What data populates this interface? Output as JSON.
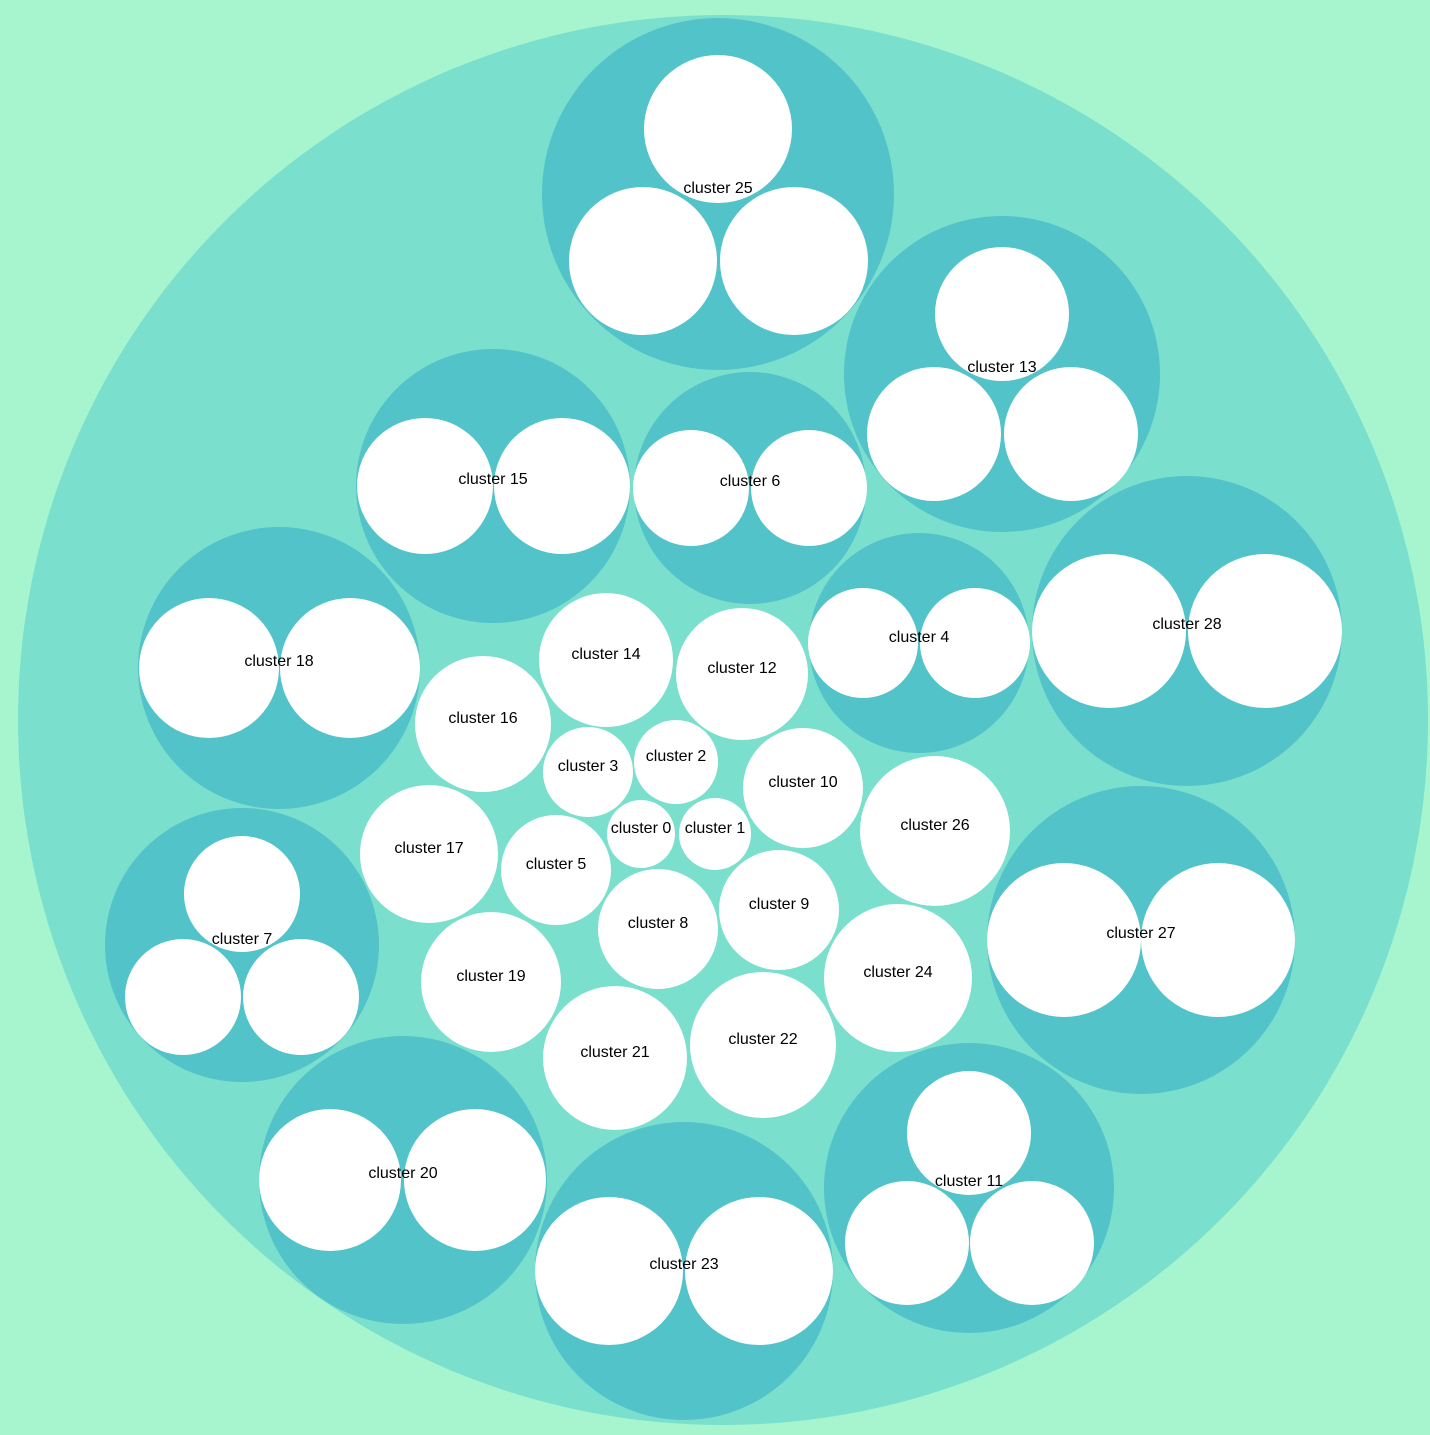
{
  "diagram": {
    "type": "circle-packing",
    "colors": {
      "page_background": "#a6f5cf",
      "root_fill": "#7adfcd",
      "group_fill": "#53c3ca",
      "leaf_fill": "#ffffff",
      "label_color": "#000000"
    },
    "root": {
      "name": ""
    },
    "clusters": [
      {
        "name": "cluster 0",
        "leaves": 0
      },
      {
        "name": "cluster 1",
        "leaves": 0
      },
      {
        "name": "cluster 2",
        "leaves": 0
      },
      {
        "name": "cluster 3",
        "leaves": 0
      },
      {
        "name": "cluster 4",
        "leaves": 2
      },
      {
        "name": "cluster 5",
        "leaves": 0
      },
      {
        "name": "cluster 6",
        "leaves": 2
      },
      {
        "name": "cluster 7",
        "leaves": 3
      },
      {
        "name": "cluster 8",
        "leaves": 0
      },
      {
        "name": "cluster 9",
        "leaves": 0
      },
      {
        "name": "cluster 10",
        "leaves": 0
      },
      {
        "name": "cluster 11",
        "leaves": 3
      },
      {
        "name": "cluster 12",
        "leaves": 0
      },
      {
        "name": "cluster 13",
        "leaves": 3
      },
      {
        "name": "cluster 14",
        "leaves": 0
      },
      {
        "name": "cluster 15",
        "leaves": 2
      },
      {
        "name": "cluster 16",
        "leaves": 0
      },
      {
        "name": "cluster 17",
        "leaves": 0
      },
      {
        "name": "cluster 18",
        "leaves": 2
      },
      {
        "name": "cluster 19",
        "leaves": 0
      },
      {
        "name": "cluster 20",
        "leaves": 2
      },
      {
        "name": "cluster 21",
        "leaves": 0
      },
      {
        "name": "cluster 22",
        "leaves": 0
      },
      {
        "name": "cluster 23",
        "leaves": 2
      },
      {
        "name": "cluster 24",
        "leaves": 0
      },
      {
        "name": "cluster 25",
        "leaves": 3
      },
      {
        "name": "cluster 26",
        "leaves": 0
      },
      {
        "name": "cluster 27",
        "leaves": 2
      },
      {
        "name": "cluster 28",
        "leaves": 2
      }
    ]
  }
}
